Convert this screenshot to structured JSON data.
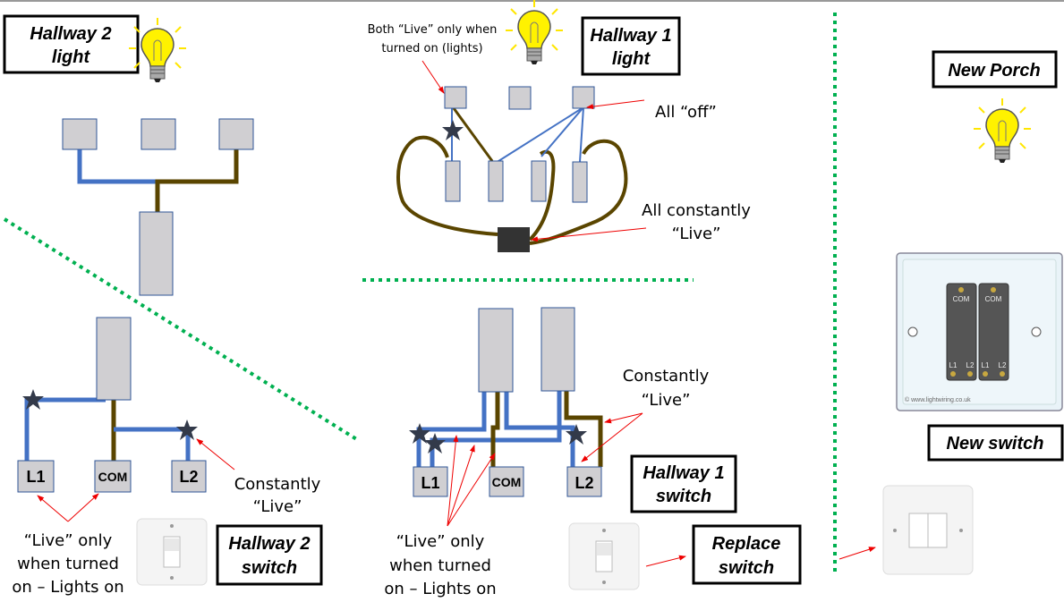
{
  "labels": {
    "hallway2_light": [
      "Hallway 2",
      "light"
    ],
    "hallway1_light": [
      "Hallway 1",
      "light"
    ],
    "new_porch": "New Porch",
    "hallway2_switch": [
      "Hallway 2",
      "switch"
    ],
    "hallway1_switch": [
      "Hallway 1",
      "switch"
    ],
    "replace_switch": [
      "Replace",
      "switch"
    ],
    "new_switch": "New switch"
  },
  "notes": {
    "both_live": [
      "Both “Live” only when",
      "turned on (lights)"
    ],
    "all_off": "All “off”",
    "all_constantly_live": [
      "All constantly",
      "“Live”"
    ],
    "h2_constantly_live": [
      "Constantly",
      "“Live”"
    ],
    "h1_constantly_live": [
      "Constantly",
      "“Live”"
    ],
    "h2_live_when_on": [
      "“Live” only",
      "when turned",
      "on – Lights on"
    ],
    "h1_live_when_on": [
      "“Live” only",
      "when turned",
      "on – Lights on"
    ]
  },
  "terminals": {
    "h2": [
      "L1",
      "COM",
      "L2"
    ],
    "h1": [
      "L1",
      "COM",
      "L2"
    ]
  },
  "switch_plate": {
    "terminal_com": "COM",
    "terminal_l1": "L1",
    "terminal_l2": "L2",
    "watermark": "© www.lightwiring.co.uk"
  },
  "colors": {
    "wire_blue": "#4472c4",
    "wire_brown": "#5a4500",
    "divider_green": "#00b050",
    "arrow_red": "#ee0000"
  },
  "icons": [
    "light-bulb-icon",
    "star-marker-icon",
    "light-switch-icon"
  ]
}
